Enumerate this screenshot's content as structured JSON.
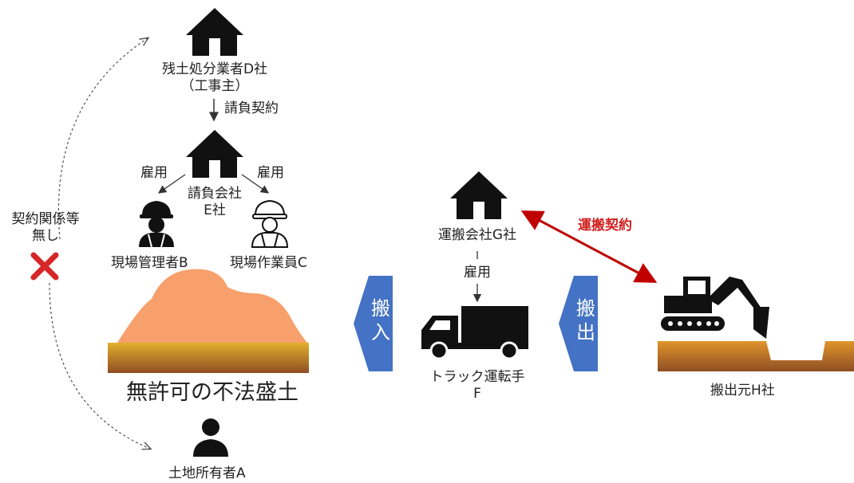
{
  "nodes": {
    "company_d": {
      "line1": "残土処分業者D社",
      "line2": "（工事主）"
    },
    "contract_de": "請負契約",
    "company_e": {
      "line1": "請負会社",
      "line2": "E社"
    },
    "employ_left": "雇用",
    "employ_right": "雇用",
    "manager_b": "現場管理者B",
    "worker_c": "現場作業員C",
    "no_contract": {
      "line1": "契約関係等",
      "line2": "無し"
    },
    "illegal_fill": "無許可の不法盛土",
    "owner_a": "土地所有者A",
    "company_g": "運搬会社G社",
    "employ_g": "雇用",
    "driver_f": {
      "line1": "トラック運転手",
      "line2": "F"
    },
    "carry_in": [
      "搬",
      "入"
    ],
    "carry_out": [
      "搬",
      "出"
    ],
    "transport_contract": "運搬契約",
    "source_h": "搬出元H社"
  },
  "icons": [
    "house-icon",
    "worker-helmet-icon",
    "person-icon",
    "truck-icon",
    "excavator-icon",
    "red-x-icon"
  ],
  "colors": {
    "mound": "#f7a06b",
    "ground_top": "#d9a52e",
    "ground_bottom": "#9c5a25",
    "arrow_box": "#4472c4",
    "contract_red": "#c00000",
    "icon": "#111111"
  }
}
